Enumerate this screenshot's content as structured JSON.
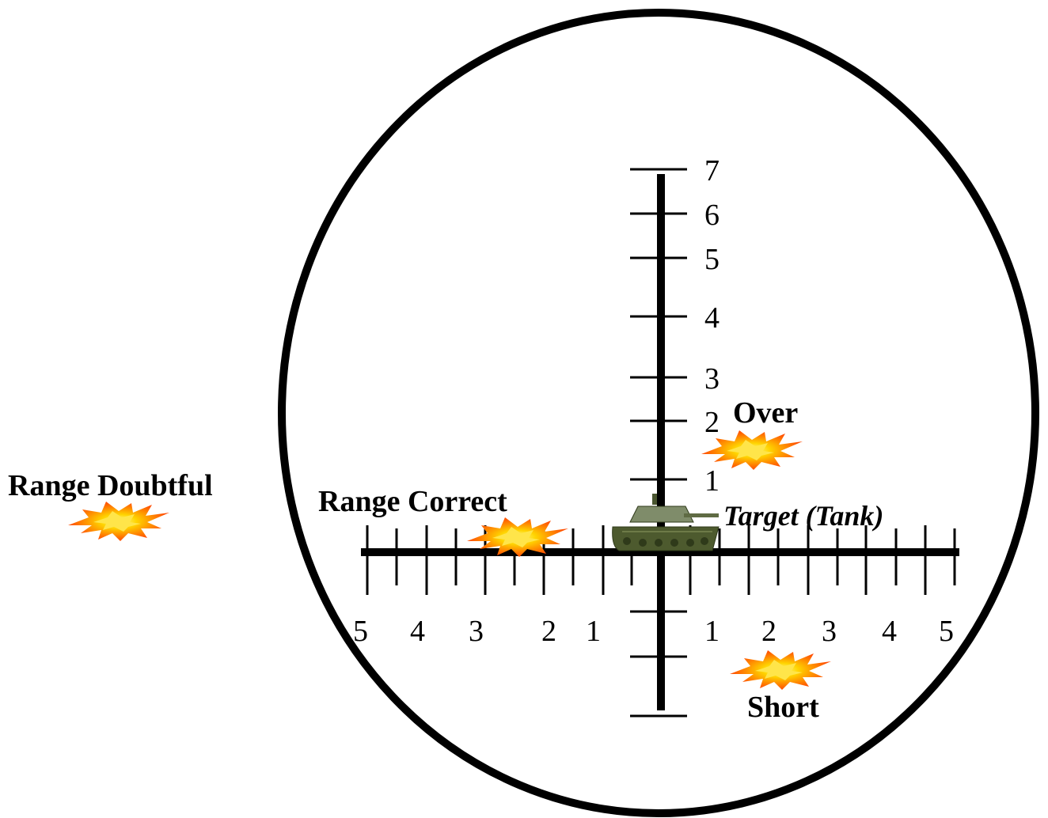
{
  "labels": {
    "range_doubtful": "Range Doubtful",
    "range_correct": "Range Correct",
    "over": "Over",
    "short": "Short",
    "target": "Target (Tank)"
  },
  "vertical_scale": [
    "1",
    "2",
    "3",
    "4",
    "5",
    "6",
    "7"
  ],
  "horizontal_scale": {
    "left": [
      "5",
      "4",
      "3",
      "2",
      "1"
    ],
    "right": [
      "1",
      "2",
      "3",
      "4",
      "5"
    ]
  },
  "colors": {
    "ink": "#000000",
    "burst_outer": "#ff5a00",
    "burst_inner": "#ffd400",
    "burst_core": "#ffff66",
    "tank_hull": "#4d5a2e",
    "tank_turret": "#7f8c6a",
    "tank_tracks": "#2f3a1a"
  }
}
